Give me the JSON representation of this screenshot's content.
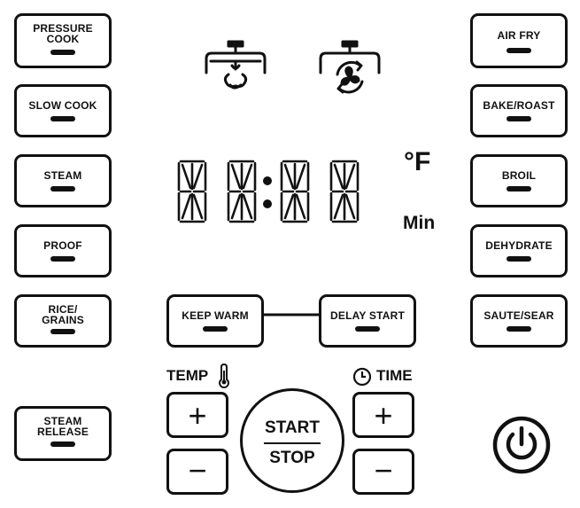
{
  "left_buttons": [
    {
      "label": "PRESSURE\nCOOK"
    },
    {
      "label": "SLOW COOK"
    },
    {
      "label": "STEAM"
    },
    {
      "label": "PROOF"
    },
    {
      "label": "RICE/\nGRAINS"
    },
    {
      "label": "STEAM\nRELEASE"
    }
  ],
  "right_buttons": [
    {
      "label": "AIR FRY"
    },
    {
      "label": "BAKE/ROAST"
    },
    {
      "label": "BROIL"
    },
    {
      "label": "DEHYDRATE"
    },
    {
      "label": "SAUTE/SEAR"
    }
  ],
  "center_buttons": {
    "keep_warm": "KEEP WARM",
    "delay_start": "DELAY START"
  },
  "display": {
    "unit_temp": "°F",
    "unit_time": "Min",
    "icons": [
      "pressure-lid-icon",
      "air-fry-lid-icon"
    ]
  },
  "temp": {
    "label": "TEMP",
    "icon": "thermometer-icon",
    "plus": "+",
    "minus": "−"
  },
  "time": {
    "label": "TIME",
    "icon": "clock-icon",
    "plus": "+",
    "minus": "−"
  },
  "start_stop": {
    "start": "START",
    "stop": "STOP"
  },
  "power": {
    "icon": "power-icon"
  }
}
